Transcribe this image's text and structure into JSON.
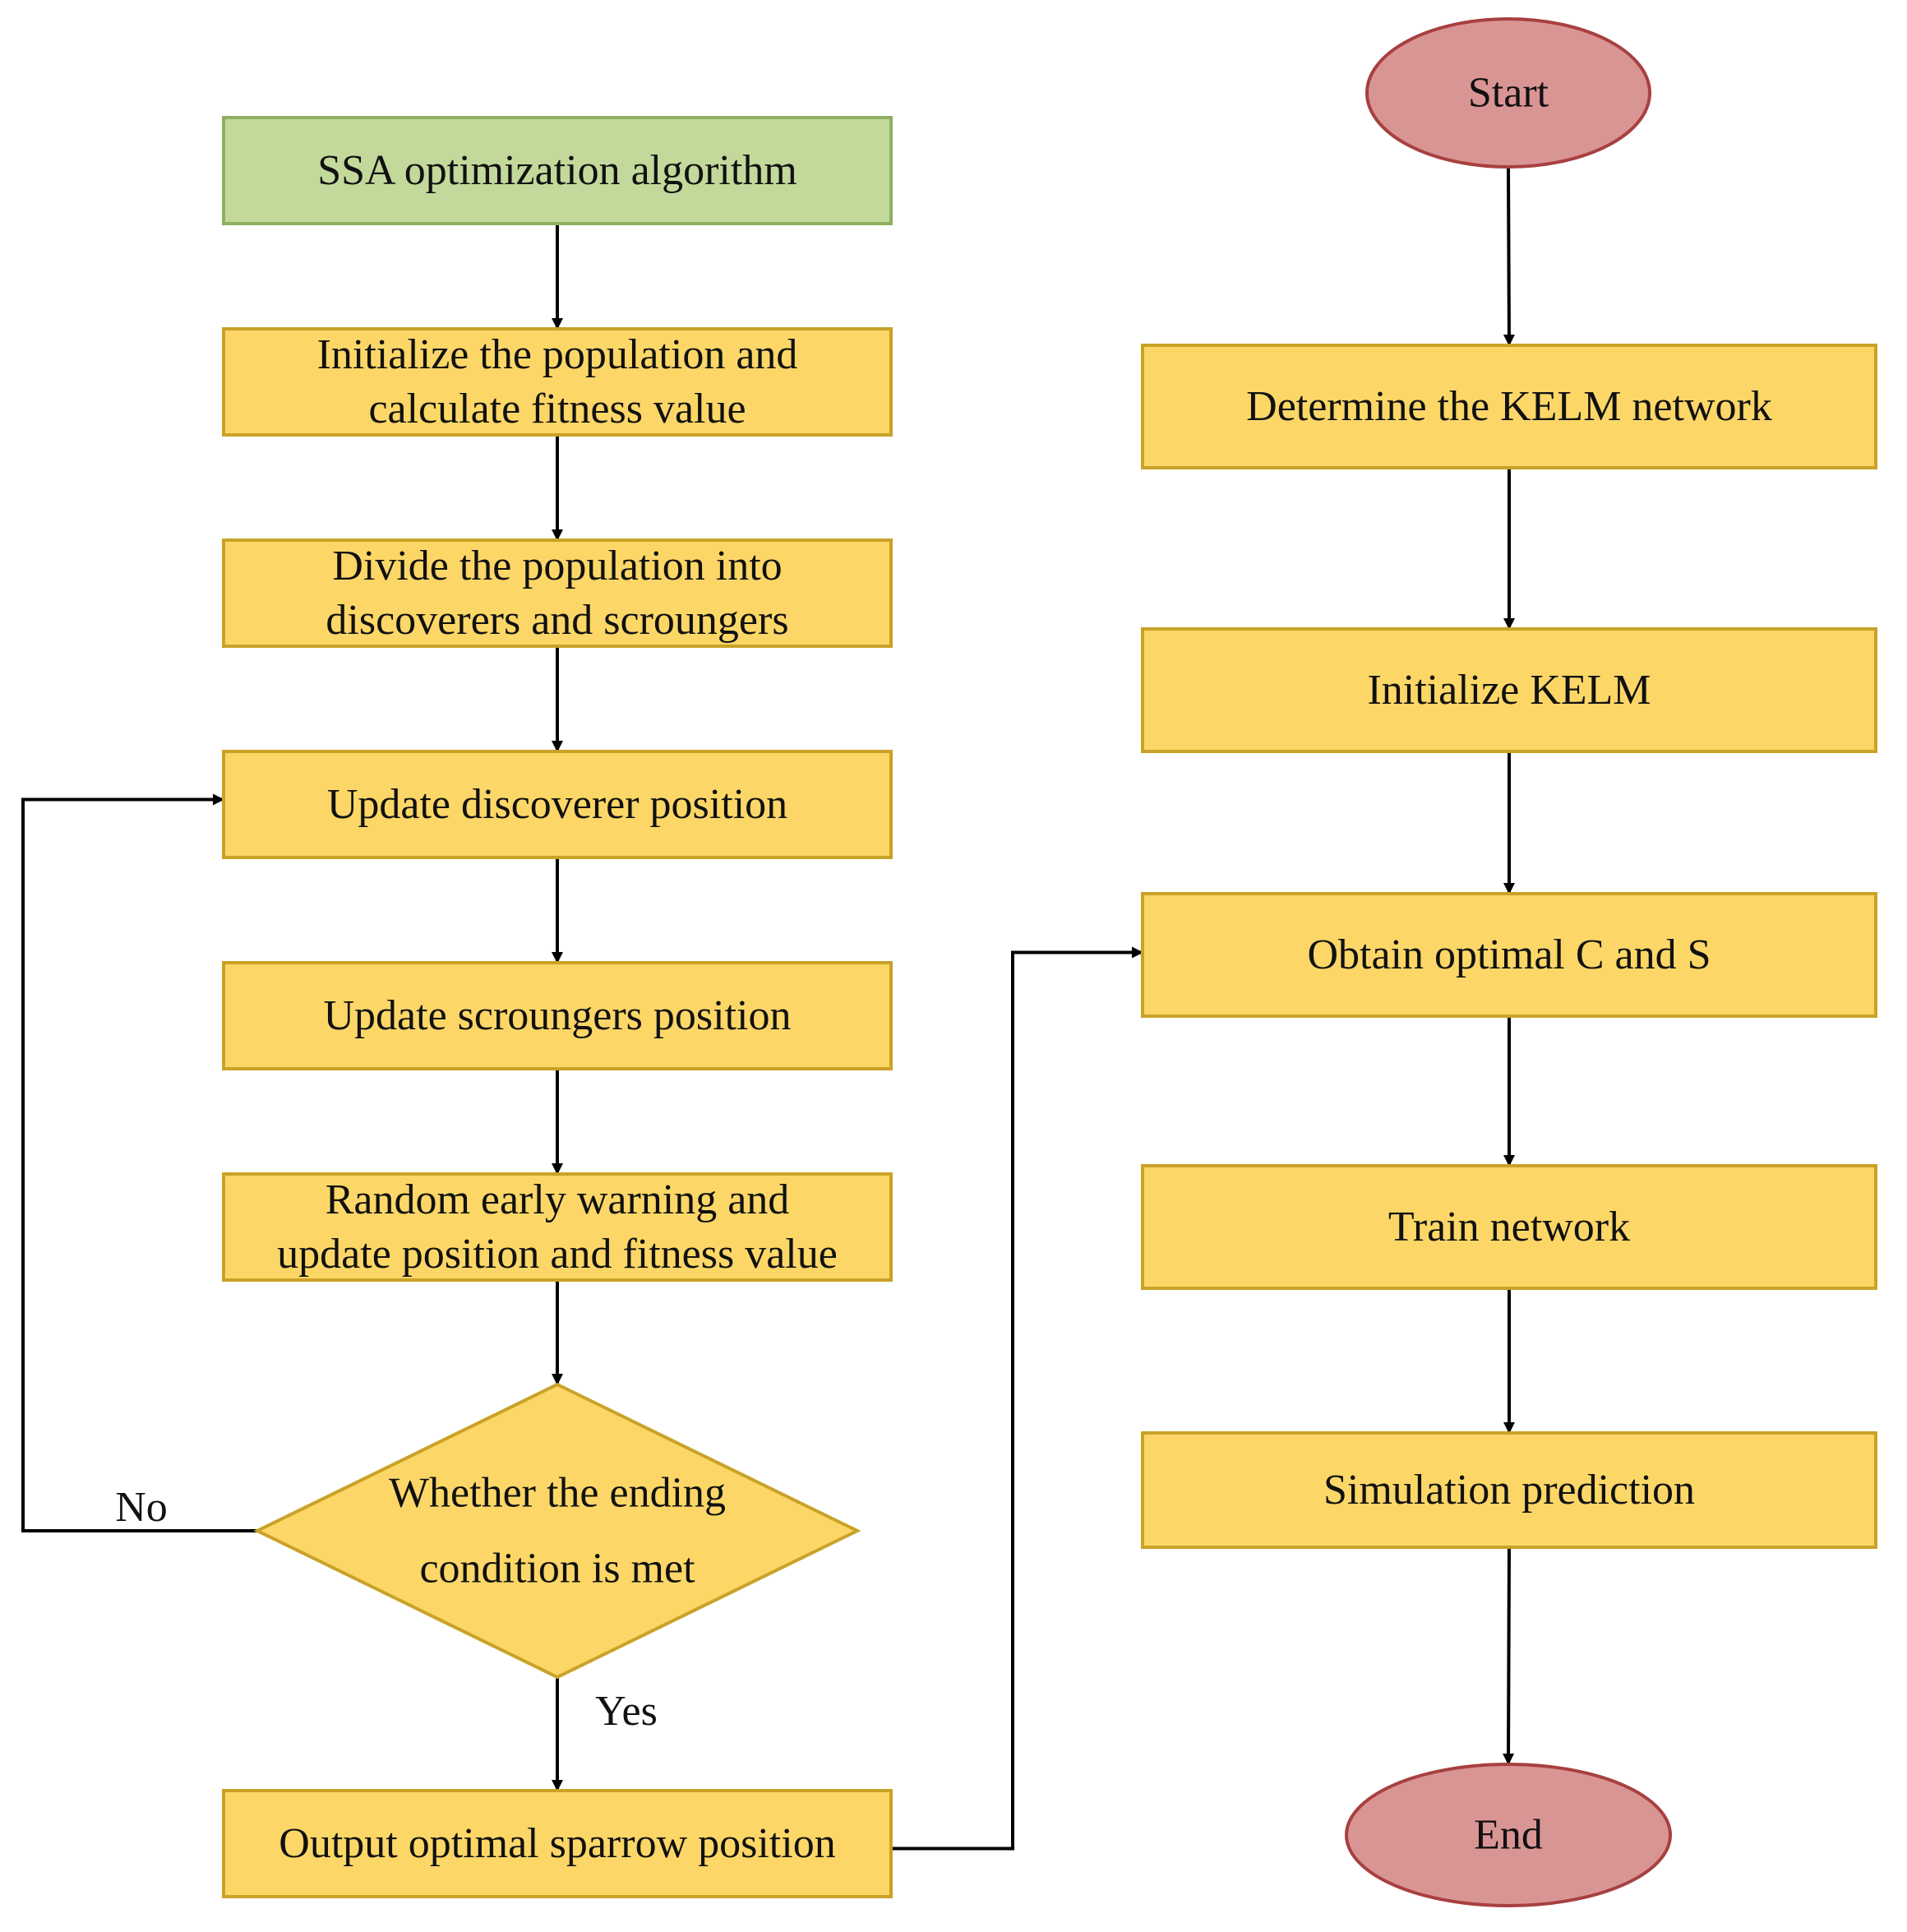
{
  "colors": {
    "box_fill": "#fcd767",
    "box_stroke": "#c9a227",
    "header_fill": "#c3d99b",
    "header_stroke": "#8fb060",
    "terminal_fill": "#d99594",
    "terminal_stroke": "#a84040",
    "edge": "#000000"
  },
  "nodes": {
    "ssa": {
      "shape": "rect",
      "style": "header",
      "lines": [
        "SSA optimization algorithm"
      ]
    },
    "init_pop": {
      "shape": "rect",
      "style": "box",
      "lines": [
        "Initialize the population and",
        "calculate fitness value"
      ]
    },
    "divide": {
      "shape": "rect",
      "style": "box",
      "lines": [
        "Divide the population into",
        "discoverers and scroungers"
      ]
    },
    "upd_disc": {
      "shape": "rect",
      "style": "box",
      "lines": [
        "Update discoverer position"
      ]
    },
    "upd_scr": {
      "shape": "rect",
      "style": "box",
      "lines": [
        "Update scroungers  position"
      ]
    },
    "random": {
      "shape": "rect",
      "style": "box",
      "lines": [
        "Random early warning and",
        "update position and fitness value"
      ]
    },
    "decision": {
      "shape": "diamond",
      "style": "box",
      "lines": [
        "Whether the ending",
        "condition is met"
      ]
    },
    "output": {
      "shape": "rect",
      "style": "box",
      "lines": [
        "Output optimal sparrow position"
      ]
    },
    "start": {
      "shape": "ellipse",
      "style": "terminal",
      "lines": [
        "Start"
      ]
    },
    "determine": {
      "shape": "rect",
      "style": "box",
      "lines": [
        "Determine the KELM network"
      ]
    },
    "init_kelm": {
      "shape": "rect",
      "style": "box",
      "lines": [
        "Initialize KELM"
      ]
    },
    "obtain": {
      "shape": "rect",
      "style": "box",
      "lines": [
        "Obtain optimal C and S"
      ]
    },
    "train": {
      "shape": "rect",
      "style": "box",
      "lines": [
        "Train network"
      ]
    },
    "simulate": {
      "shape": "rect",
      "style": "box",
      "lines": [
        "Simulation prediction"
      ]
    },
    "end": {
      "shape": "ellipse",
      "style": "terminal",
      "lines": [
        "End"
      ]
    }
  },
  "edges": [
    {
      "from": "ssa",
      "to": "init_pop"
    },
    {
      "from": "init_pop",
      "to": "divide"
    },
    {
      "from": "divide",
      "to": "upd_disc"
    },
    {
      "from": "upd_disc",
      "to": "upd_scr"
    },
    {
      "from": "upd_scr",
      "to": "random"
    },
    {
      "from": "random",
      "to": "decision"
    },
    {
      "from": "decision",
      "to": "upd_disc",
      "label": "No"
    },
    {
      "from": "decision",
      "to": "output",
      "label": "Yes"
    },
    {
      "from": "output",
      "to": "obtain"
    },
    {
      "from": "start",
      "to": "determine"
    },
    {
      "from": "determine",
      "to": "init_kelm"
    },
    {
      "from": "init_kelm",
      "to": "obtain"
    },
    {
      "from": "obtain",
      "to": "train"
    },
    {
      "from": "train",
      "to": "simulate"
    },
    {
      "from": "simulate",
      "to": "end"
    }
  ]
}
